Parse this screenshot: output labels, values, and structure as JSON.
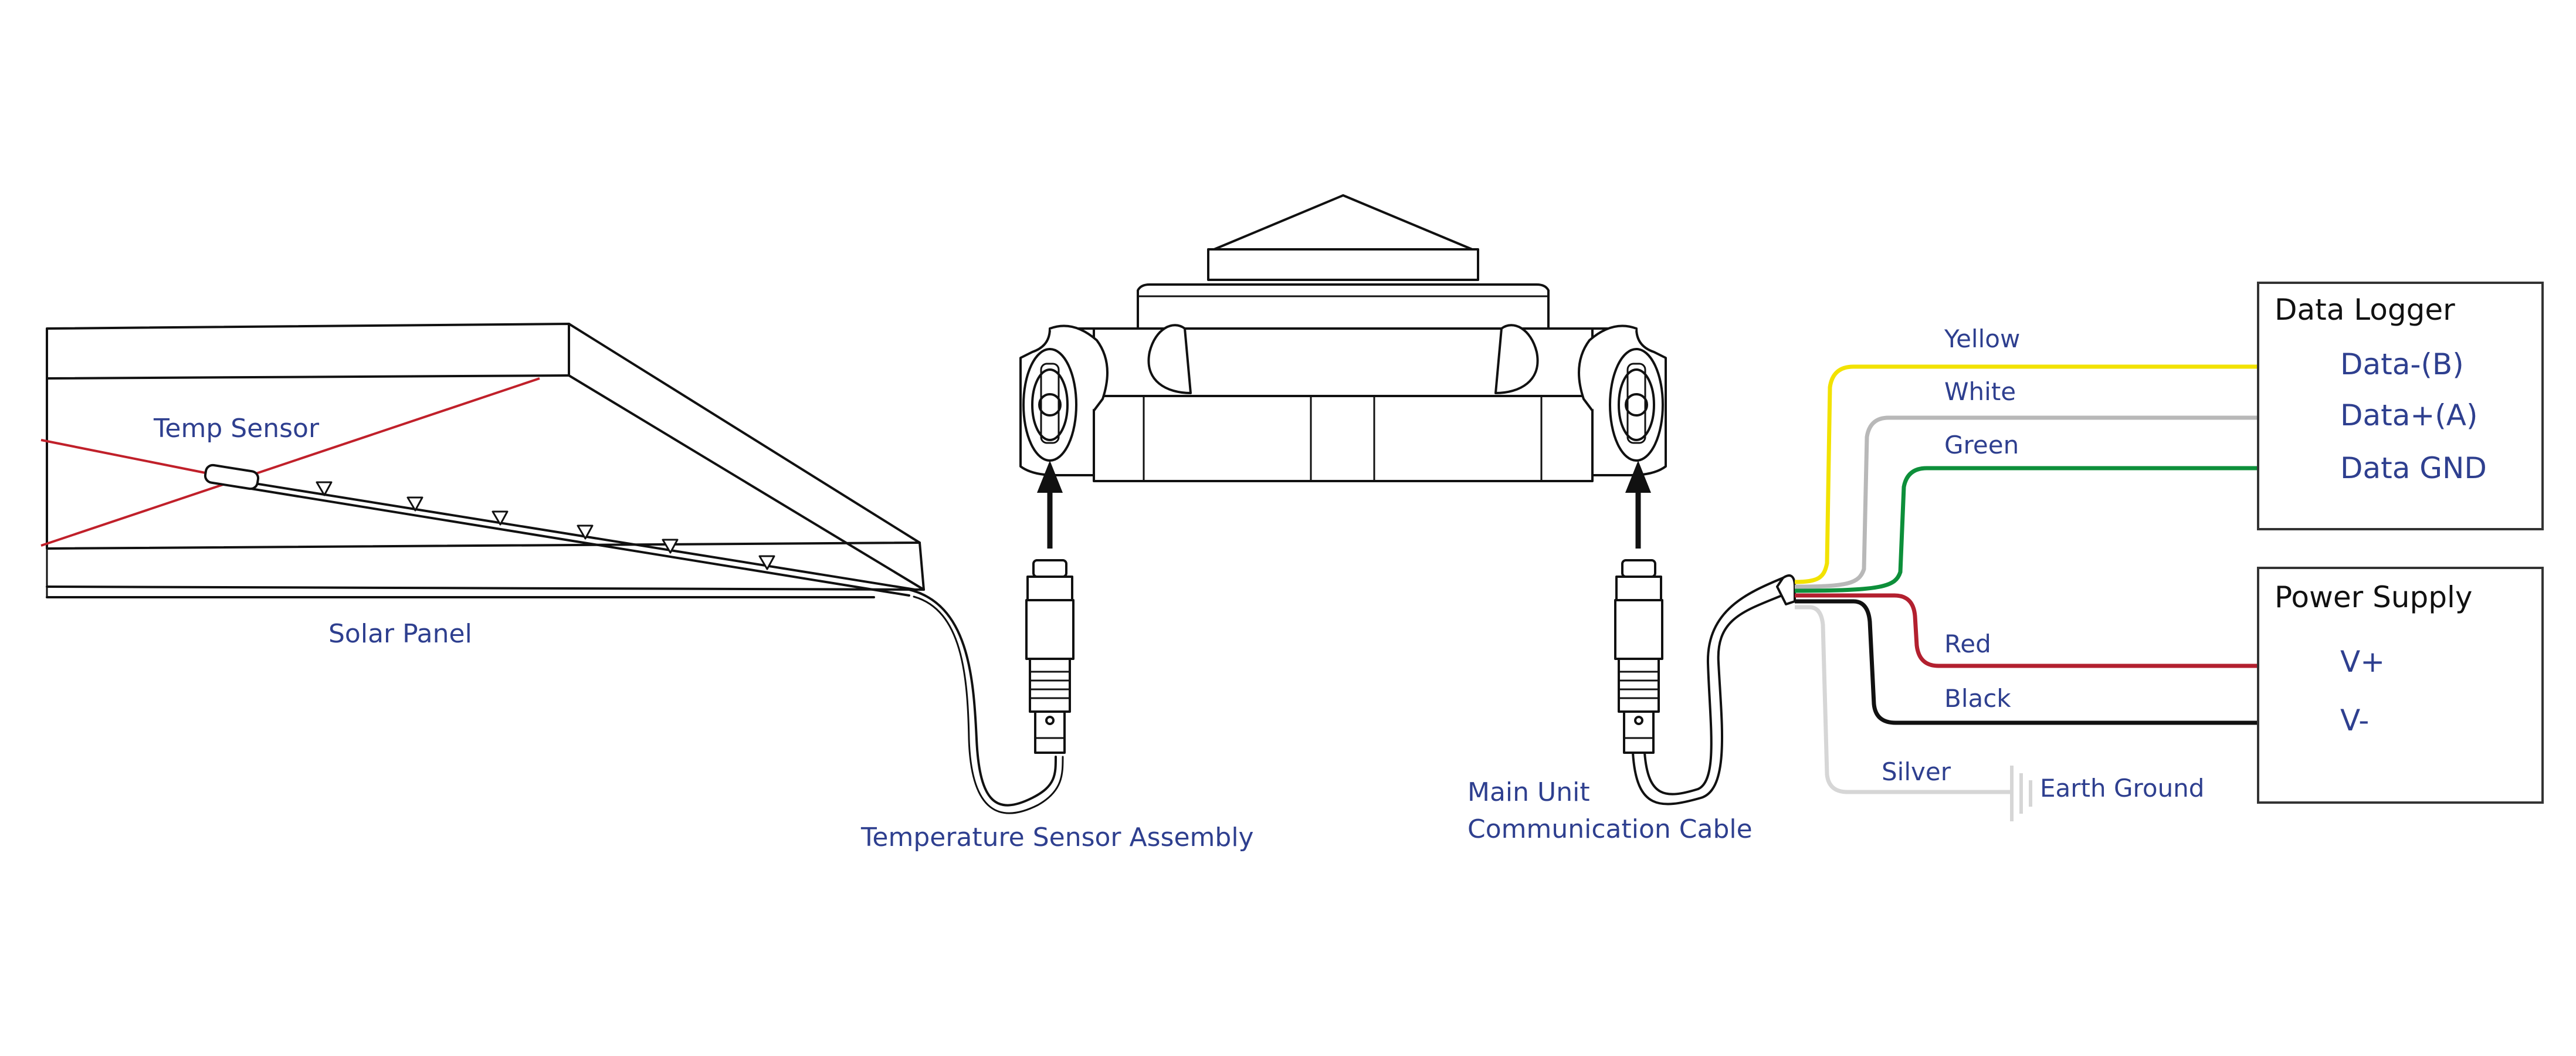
{
  "labels": {
    "temp_sensor": "Temp Sensor",
    "solar_panel": "Solar Panel",
    "temp_assembly": "Temperature Sensor Assembly",
    "main_cable_line1": "Main Unit",
    "main_cable_line2": "Communication Cable",
    "earth_ground": "Earth Ground"
  },
  "data_logger": {
    "title": "Data Logger",
    "terminals": [
      "Data-(B)",
      "Data+(A)",
      "Data GND"
    ]
  },
  "power_supply": {
    "title": "Power Supply",
    "terminals": [
      "V+",
      "V-"
    ]
  },
  "wires": [
    {
      "name": "Yellow",
      "color": "#f2e200"
    },
    {
      "name": "White",
      "color": "#b8b8b8"
    },
    {
      "name": "Green",
      "color": "#0d8f3a"
    },
    {
      "name": "Red",
      "color": "#b3202f"
    },
    {
      "name": "Black",
      "color": "#111111"
    },
    {
      "name": "Silver",
      "color": "#d6d6d6"
    }
  ],
  "colors": {
    "label_blue": "#2e3f8f",
    "sensor_line_red": "#c0202a",
    "outline": "#111111"
  }
}
